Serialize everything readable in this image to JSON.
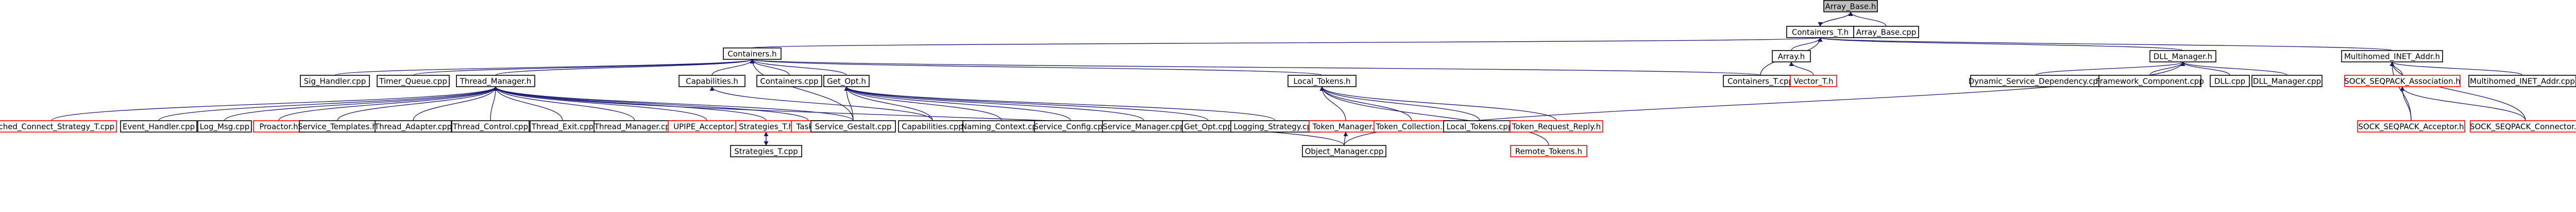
{
  "colors": {
    "link_edge": "#191970",
    "link_text": "#000000",
    "missing_border": "#ff0000",
    "missing_text": "#ff0000",
    "root_fill": "#bfbfbf",
    "node_fill": "#ffffff",
    "node_border": "#000000"
  },
  "nodes": [
    {
      "id": "array_base_h",
      "label": "Array_Base.h",
      "kind": "root"
    },
    {
      "id": "containers_t_h",
      "label": "Containers_T.h",
      "kind": "normal"
    },
    {
      "id": "array_base_cpp",
      "label": "Array_Base.cpp",
      "kind": "normal"
    },
    {
      "id": "containers_h",
      "label": "Containers.h",
      "kind": "normal"
    },
    {
      "id": "array_h",
      "label": "Array.h",
      "kind": "normal"
    },
    {
      "id": "dll_manager_h",
      "label": "DLL_Manager.h",
      "kind": "normal"
    },
    {
      "id": "multihomed_inet_addr_h",
      "label": "Multihomed_INET_Addr.h",
      "kind": "normal"
    },
    {
      "id": "containers_t_cpp",
      "label": "Containers_T.cpp",
      "kind": "normal"
    },
    {
      "id": "vector_t_h",
      "label": "Vector_T.h",
      "kind": "missing"
    },
    {
      "id": "sig_handler_cpp",
      "label": "Sig_Handler.cpp",
      "kind": "normal"
    },
    {
      "id": "timer_queue_cpp",
      "label": "Timer_Queue.cpp",
      "kind": "normal"
    },
    {
      "id": "thread_manager_h",
      "label": "Thread_Manager.h",
      "kind": "normal"
    },
    {
      "id": "capabilities_h",
      "label": "Capabilities.h",
      "kind": "normal"
    },
    {
      "id": "containers_cpp",
      "label": "Containers.cpp",
      "kind": "normal"
    },
    {
      "id": "get_opt_h",
      "label": "Get_Opt.h",
      "kind": "normal"
    },
    {
      "id": "local_tokens_h",
      "label": "Local_Tokens.h",
      "kind": "normal"
    },
    {
      "id": "dynamic_service_dependency_cpp",
      "label": "Dynamic_Service_Dependency.cpp",
      "kind": "normal"
    },
    {
      "id": "framework_component_cpp",
      "label": "Framework_Component.cpp",
      "kind": "normal"
    },
    {
      "id": "dll_cpp",
      "label": "DLL.cpp",
      "kind": "normal"
    },
    {
      "id": "dll_manager_cpp",
      "label": "DLL_Manager.cpp",
      "kind": "normal"
    },
    {
      "id": "sock_seqpack_association_h",
      "label": "SOCK_SEQPACK_Association.h",
      "kind": "missing"
    },
    {
      "id": "multihomed_inet_addr_cpp",
      "label": "Multihomed_INET_Addr.cpp",
      "kind": "normal"
    },
    {
      "id": "cached_connect_strategy_t_cpp",
      "label": "Cached_Connect_Strategy_T.cpp",
      "kind": "missing"
    },
    {
      "id": "event_handler_cpp",
      "label": "Event_Handler.cpp",
      "kind": "normal"
    },
    {
      "id": "log_msg_cpp",
      "label": "Log_Msg.cpp",
      "kind": "normal"
    },
    {
      "id": "proactor_h",
      "label": "Proactor.h",
      "kind": "missing"
    },
    {
      "id": "service_templates_h",
      "label": "Service_Templates.h",
      "kind": "normal"
    },
    {
      "id": "thread_adapter_cpp",
      "label": "Thread_Adapter.cpp",
      "kind": "normal"
    },
    {
      "id": "thread_control_cpp",
      "label": "Thread_Control.cpp",
      "kind": "normal"
    },
    {
      "id": "thread_exit_cpp",
      "label": "Thread_Exit.cpp",
      "kind": "normal"
    },
    {
      "id": "thread_manager_cpp",
      "label": "Thread_Manager.cpp",
      "kind": "normal"
    },
    {
      "id": "upipe_acceptor_h",
      "label": "UPIPE_Acceptor.h",
      "kind": "missing"
    },
    {
      "id": "strategies_t_h",
      "label": "Strategies_T.h",
      "kind": "missing"
    },
    {
      "id": "task_h",
      "label": "Task.h",
      "kind": "missing"
    },
    {
      "id": "service_gestalt_cpp",
      "label": "Service_Gestalt.cpp",
      "kind": "normal"
    },
    {
      "id": "capabilities_cpp",
      "label": "Capabilities.cpp",
      "kind": "normal"
    },
    {
      "id": "naming_context_cpp",
      "label": "Naming_Context.cpp",
      "kind": "normal"
    },
    {
      "id": "service_config_cpp",
      "label": "Service_Config.cpp",
      "kind": "normal"
    },
    {
      "id": "service_manager_cpp",
      "label": "Service_Manager.cpp",
      "kind": "normal"
    },
    {
      "id": "get_opt_cpp",
      "label": "Get_Opt.cpp",
      "kind": "normal"
    },
    {
      "id": "logging_strategy_cpp",
      "label": "Logging_Strategy.cpp",
      "kind": "normal"
    },
    {
      "id": "token_manager_h",
      "label": "Token_Manager.h",
      "kind": "missing"
    },
    {
      "id": "token_collection_h",
      "label": "Token_Collection.h",
      "kind": "missing"
    },
    {
      "id": "local_tokens_cpp",
      "label": "Local_Tokens.cpp",
      "kind": "normal"
    },
    {
      "id": "token_request_reply_h",
      "label": "Token_Request_Reply.h",
      "kind": "missing"
    },
    {
      "id": "sock_seqpack_acceptor_h",
      "label": "SOCK_SEQPACK_Acceptor.h",
      "kind": "missing"
    },
    {
      "id": "sock_seqpack_connector_h",
      "label": "SOCK_SEQPACK_Connector.h",
      "kind": "missing"
    },
    {
      "id": "strategies_t_cpp",
      "label": "Strategies_T.cpp",
      "kind": "normal"
    },
    {
      "id": "object_manager_cpp",
      "label": "Object_Manager.cpp",
      "kind": "normal"
    },
    {
      "id": "remote_tokens_h",
      "label": "Remote_Tokens.h",
      "kind": "missing"
    }
  ],
  "edges": [
    [
      "array_base_h",
      "containers_t_h"
    ],
    [
      "array_base_h",
      "array_base_cpp"
    ],
    [
      "containers_t_h",
      "array_base_h"
    ],
    [
      "containers_t_h",
      "containers_h"
    ],
    [
      "containers_t_h",
      "array_h"
    ],
    [
      "containers_t_h",
      "dll_manager_h"
    ],
    [
      "containers_t_h",
      "multihomed_inet_addr_h"
    ],
    [
      "containers_t_h",
      "containers_t_cpp"
    ],
    [
      "array_h",
      "vector_t_h"
    ],
    [
      "containers_h",
      "sig_handler_cpp"
    ],
    [
      "containers_h",
      "timer_queue_cpp"
    ],
    [
      "containers_h",
      "thread_manager_h"
    ],
    [
      "containers_h",
      "capabilities_h"
    ],
    [
      "containers_h",
      "containers_cpp"
    ],
    [
      "containers_h",
      "get_opt_h"
    ],
    [
      "containers_h",
      "local_tokens_h"
    ],
    [
      "containers_h",
      "containers_t_cpp"
    ],
    [
      "containers_h",
      "service_gestalt_cpp"
    ],
    [
      "dll_manager_h",
      "dynamic_service_dependency_cpp"
    ],
    [
      "dll_manager_h",
      "framework_component_cpp"
    ],
    [
      "dll_manager_h",
      "dll_cpp"
    ],
    [
      "dll_manager_h",
      "dll_manager_cpp"
    ],
    [
      "dll_manager_h",
      "object_manager_cpp"
    ],
    [
      "multihomed_inet_addr_h",
      "sock_seqpack_association_h"
    ],
    [
      "multihomed_inet_addr_h",
      "multihomed_inet_addr_cpp"
    ],
    [
      "multihomed_inet_addr_h",
      "sock_seqpack_acceptor_h"
    ],
    [
      "multihomed_inet_addr_h",
      "sock_seqpack_connector_h"
    ],
    [
      "sock_seqpack_association_h",
      "sock_seqpack_acceptor_h"
    ],
    [
      "sock_seqpack_association_h",
      "sock_seqpack_connector_h"
    ],
    [
      "thread_manager_h",
      "cached_connect_strategy_t_cpp"
    ],
    [
      "thread_manager_h",
      "event_handler_cpp"
    ],
    [
      "thread_manager_h",
      "log_msg_cpp"
    ],
    [
      "thread_manager_h",
      "proactor_h"
    ],
    [
      "thread_manager_h",
      "service_templates_h"
    ],
    [
      "thread_manager_h",
      "thread_adapter_cpp"
    ],
    [
      "thread_manager_h",
      "thread_control_cpp"
    ],
    [
      "thread_manager_h",
      "thread_exit_cpp"
    ],
    [
      "thread_manager_h",
      "thread_manager_cpp"
    ],
    [
      "thread_manager_h",
      "upipe_acceptor_h"
    ],
    [
      "thread_manager_h",
      "strategies_t_h"
    ],
    [
      "thread_manager_h",
      "task_h"
    ],
    [
      "thread_manager_h",
      "service_gestalt_cpp"
    ],
    [
      "thread_manager_h",
      "object_manager_cpp"
    ],
    [
      "strategies_t_h",
      "strategies_t_cpp"
    ],
    [
      "strategies_t_cpp",
      "strategies_t_h"
    ],
    [
      "capabilities_h",
      "capabilities_cpp"
    ],
    [
      "get_opt_h",
      "capabilities_cpp"
    ],
    [
      "get_opt_h",
      "naming_context_cpp"
    ],
    [
      "get_opt_h",
      "service_config_cpp"
    ],
    [
      "get_opt_h",
      "service_manager_cpp"
    ],
    [
      "get_opt_h",
      "get_opt_cpp"
    ],
    [
      "get_opt_h",
      "logging_strategy_cpp"
    ],
    [
      "get_opt_h",
      "service_gestalt_cpp"
    ],
    [
      "local_tokens_h",
      "token_manager_h"
    ],
    [
      "local_tokens_h",
      "token_collection_h"
    ],
    [
      "local_tokens_h",
      "local_tokens_cpp"
    ],
    [
      "local_tokens_h",
      "token_request_reply_h"
    ],
    [
      "local_tokens_h",
      "remote_tokens_h"
    ],
    [
      "token_manager_h",
      "object_manager_cpp"
    ]
  ]
}
